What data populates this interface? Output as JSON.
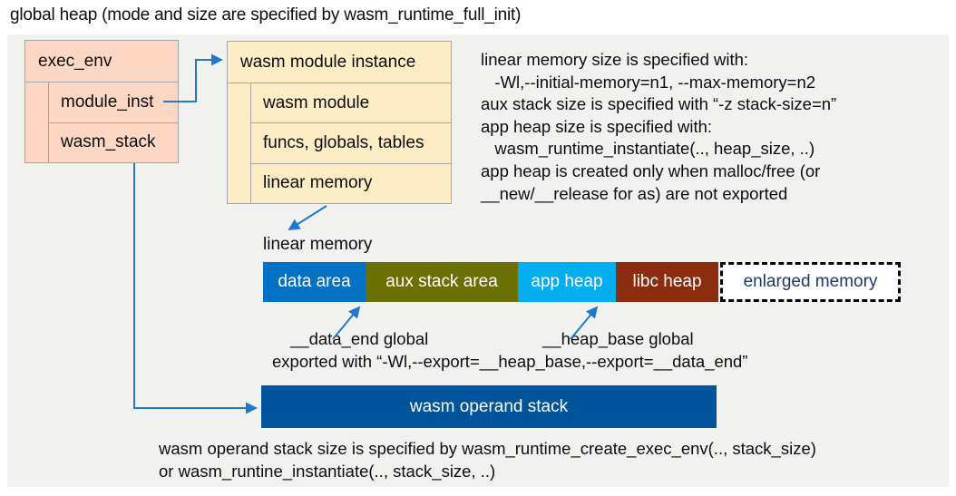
{
  "title": "global heap (mode and size are specified by wasm_runtime_full_init)",
  "exec_env_box": {
    "header": "exec_env",
    "rows": [
      "module_inst",
      "wasm_stack"
    ]
  },
  "module_instance_box": {
    "header": "wasm module instance",
    "rows": [
      "wasm module",
      "funcs, globals, tables",
      "linear memory"
    ]
  },
  "notes_right": {
    "lines": [
      "linear memory size is specified with:",
      "   -Wl,--initial-memory=n1, --max-memory=n2",
      "aux stack size is specified with “-z stack-size=n”",
      "app heap size is specified with:",
      "   wasm_runtime_instantiate(.., heap_size, ..)",
      "app heap is created only when malloc/free (or",
      "__new/__release for as) are not exported"
    ]
  },
  "linear_memory": {
    "label": "linear memory",
    "segments": [
      {
        "label": "data area",
        "color": "#0071C5",
        "text_color": "#FFFFFF"
      },
      {
        "label": "aux stack area",
        "color": "#6C7000",
        "text_color": "#FFFFFF"
      },
      {
        "label": "app heap",
        "color": "#00AEEF",
        "text_color": "#FFFFFF"
      },
      {
        "label": "libc heap",
        "color": "#8B2C0F",
        "text_color": "#FFFFFF"
      },
      {
        "label": "enlarged memory",
        "color": "#FFFFFF",
        "text_color": "#1F3864",
        "border": "dashed"
      }
    ]
  },
  "annotations": {
    "data_end_label": "__data_end global",
    "heap_base_label": "__heap_base global",
    "export_line": "exported with “-Wl,--export=__heap_base,--export=__data_end”"
  },
  "operand_stack": {
    "label": "wasm operand stack",
    "color": "#00549B",
    "notes": [
      "wasm operand stack size is specified by wasm_runtime_create_exec_env(.., stack_size)",
      "or wasm_runtine_instantiate(.., stack_size, ..)"
    ]
  },
  "colors": {
    "panel_bg": "#F1F1F0",
    "box_fill_salmon": "#FCD7C4",
    "box_fill_cream": "#FCEDC5",
    "box_border": "#A6A6A6",
    "connector_blue": "#2178CE"
  }
}
